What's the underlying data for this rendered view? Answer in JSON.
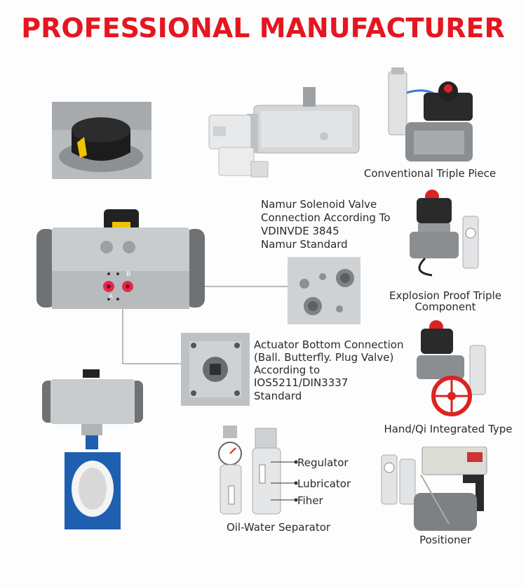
{
  "title": "PROFESSIONAL MANUFACTURER",
  "colors": {
    "title": "#e51620",
    "accent_red": "#d9222a",
    "valve_blue": "#1f5fb0",
    "metal": "#c9ccce",
    "dark": "#222222"
  },
  "labels": {
    "triple_piece": "Conventional Triple Piece",
    "namur": [
      "Namur Solenoid Valve",
      "Connection According To",
      "VDINVDE 3845",
      "Namur Standard"
    ],
    "explosion": [
      "Explosion Proof Triple",
      "Component"
    ],
    "bottom": [
      "Actuator Bottom Connection",
      "(Ball. Butterfly. Plug Valve)",
      "According to",
      "IOS5211/DIN3337",
      "Standard"
    ],
    "hand_qi": "Hand/Qi Integrated Type",
    "regulator": "Regulator",
    "lubricator": "Lubricator",
    "filter": "Fiher",
    "oil_water": "Oil-Water Separator",
    "positioner": "Positioner"
  },
  "port_labels": {
    "a": "A",
    "b": "B"
  },
  "icons": [
    "indicator-knob",
    "solenoid-valve",
    "pneumatic-actuator",
    "butterfly-valve",
    "air-filter-unit",
    "limit-switch-box",
    "handwheel",
    "valve-positioner"
  ]
}
